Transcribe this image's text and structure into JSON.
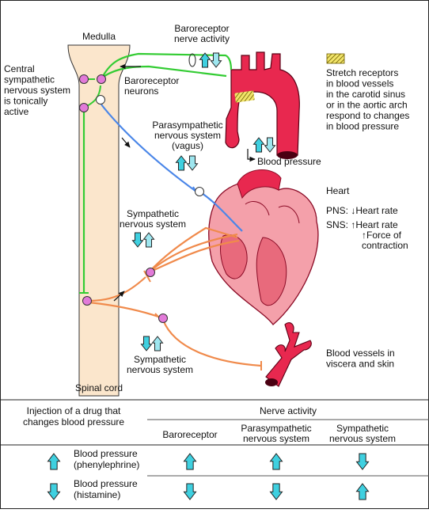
{
  "labels": {
    "medulla": "Medulla",
    "baroreceptor_activity": [
      "Baroreceptor",
      "nerve activity"
    ],
    "stretch": [
      "Stretch receptors",
      "in blood vessels",
      "in the carotid sinus",
      "or in the aortic arch",
      "respond to changes",
      "in blood pressure"
    ],
    "central": [
      "Central",
      "sympathetic",
      "nervous system",
      "is tonically",
      "active"
    ],
    "baro_neurons": [
      "Baroreceptor",
      "neurons"
    ],
    "parasym": [
      "Parasympathetic",
      "nervous system",
      "(vagus)"
    ],
    "blood_pressure": "Blood pressure",
    "heart_title": "Heart",
    "pns": "PNS: ↓Heart rate",
    "sns": "SNS: ↑Heart rate",
    "force": [
      "↑Force of",
      "contraction"
    ],
    "sym1": [
      "Sympathetic",
      "nervous system"
    ],
    "sym2": [
      "Sympathetic",
      "nervous system"
    ],
    "vessels": [
      "Blood vessels in",
      "viscera and skin"
    ],
    "spinal": "Spinal cord"
  },
  "table": {
    "drug_header": [
      "Injection of a drug that",
      "changes blood pressure"
    ],
    "nerve_activity": "Nerve activity",
    "columns": [
      "Baroreceptor",
      [
        "Parasympathetic",
        "nervous system"
      ],
      [
        "Sympathetic",
        "nervous system"
      ]
    ],
    "rows": [
      {
        "label": [
          "Blood pressure",
          "(phenylephrine)"
        ],
        "bp": "up",
        "values": [
          "up",
          "up",
          "down"
        ]
      },
      {
        "label": [
          "Blood pressure",
          "(histamine)"
        ],
        "bp": "down",
        "values": [
          "down",
          "down",
          "up"
        ]
      }
    ]
  },
  "colors": {
    "green_nerve": "#33cc33",
    "blue_nerve": "#4a86e8",
    "orange_nerve": "#f08a4b",
    "vessel_red": "#e8284f",
    "arrow_cyan": "#3fd0e0",
    "arrow_light": "#9ee6ef",
    "spinal_fill": "#fbe6cc",
    "neuron_pink": "#e27ad9"
  }
}
